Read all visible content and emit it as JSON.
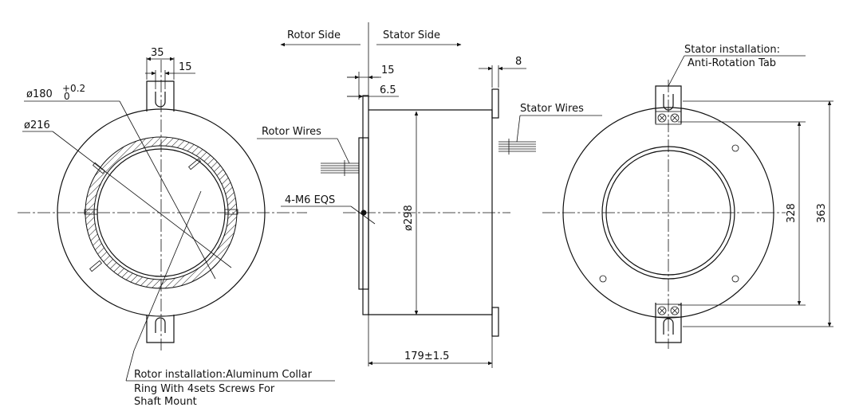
{
  "labels": {
    "rotor_side": "Rotor Side",
    "stator_side": "Stator Side",
    "rotor_wires": "Rotor Wires",
    "stator_wires": "Stator Wires",
    "mount_holes": "4-M6 EQS",
    "stator_install_line1": "Stator installation:",
    "stator_install_line2": "Anti-Rotation Tab",
    "rotor_install_line1": "Rotor installation:Aluminum Collar",
    "rotor_install_line2": "Ring With 4sets Screws For",
    "rotor_install_line3": "Shaft Mount"
  },
  "dimensions": {
    "tab_width": "35",
    "tab_slot": "15",
    "bore_diameter": "ø180",
    "bore_tol_upper": "+0.2",
    "bore_tol_lower": "0",
    "inner_diameter": "ø216",
    "flange_offset": "15",
    "flange_thickness": "6.5",
    "tab_thickness": "8",
    "housing_diameter": "ø298",
    "length": "179±1.5",
    "tab_spacing_inner": "328",
    "tab_spacing_outer": "363"
  }
}
